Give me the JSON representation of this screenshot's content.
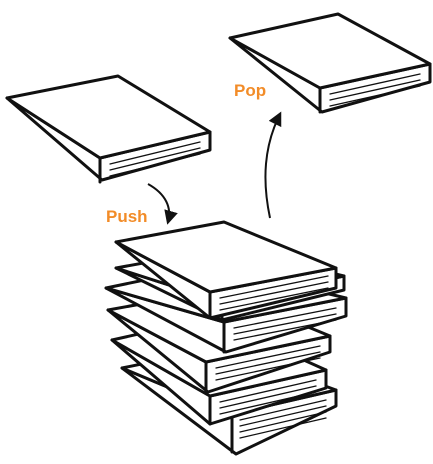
{
  "labels": {
    "push": "Push",
    "pop": "Pop"
  },
  "colors": {
    "label": "#f28c28",
    "ink": "#111111",
    "paper": "#ffffff"
  },
  "icons": {
    "incoming_book": "book-icon",
    "popped_book": "book-icon",
    "stack": "book-stack-icon",
    "push_arrow": "arrow-down-icon",
    "pop_arrow": "arrow-up-icon"
  },
  "stack": {
    "book_count": 6
  }
}
